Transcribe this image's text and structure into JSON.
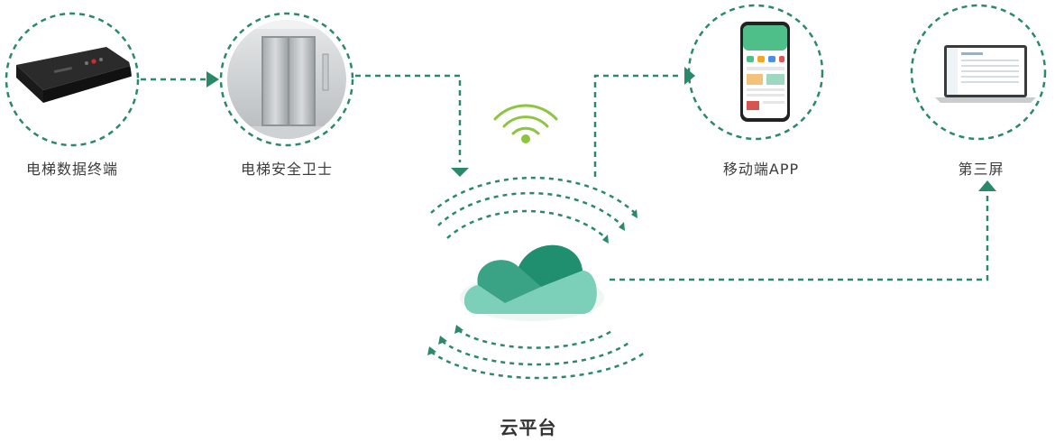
{
  "colors": {
    "dashed_line": "#2a8a68",
    "wifi": "#8cc63f",
    "cloud_dark": "#1f8f6f",
    "cloud_mid": "#3aa386",
    "cloud_light": "#7ccfb9",
    "label": "#3c3c3c"
  },
  "nodes": [
    {
      "id": "terminal",
      "label": "电梯数据终端",
      "icon": "elevator-data-terminal-device"
    },
    {
      "id": "guard",
      "label": "电梯安全卫士",
      "icon": "elevator-doors-photo"
    },
    {
      "id": "mobile",
      "label": "移动端APP",
      "icon": "smartphone-app"
    },
    {
      "id": "screen",
      "label": "第三屏",
      "icon": "laptop-screen"
    }
  ],
  "cloud": {
    "label": "云平台",
    "icon": "cloud-icon"
  }
}
